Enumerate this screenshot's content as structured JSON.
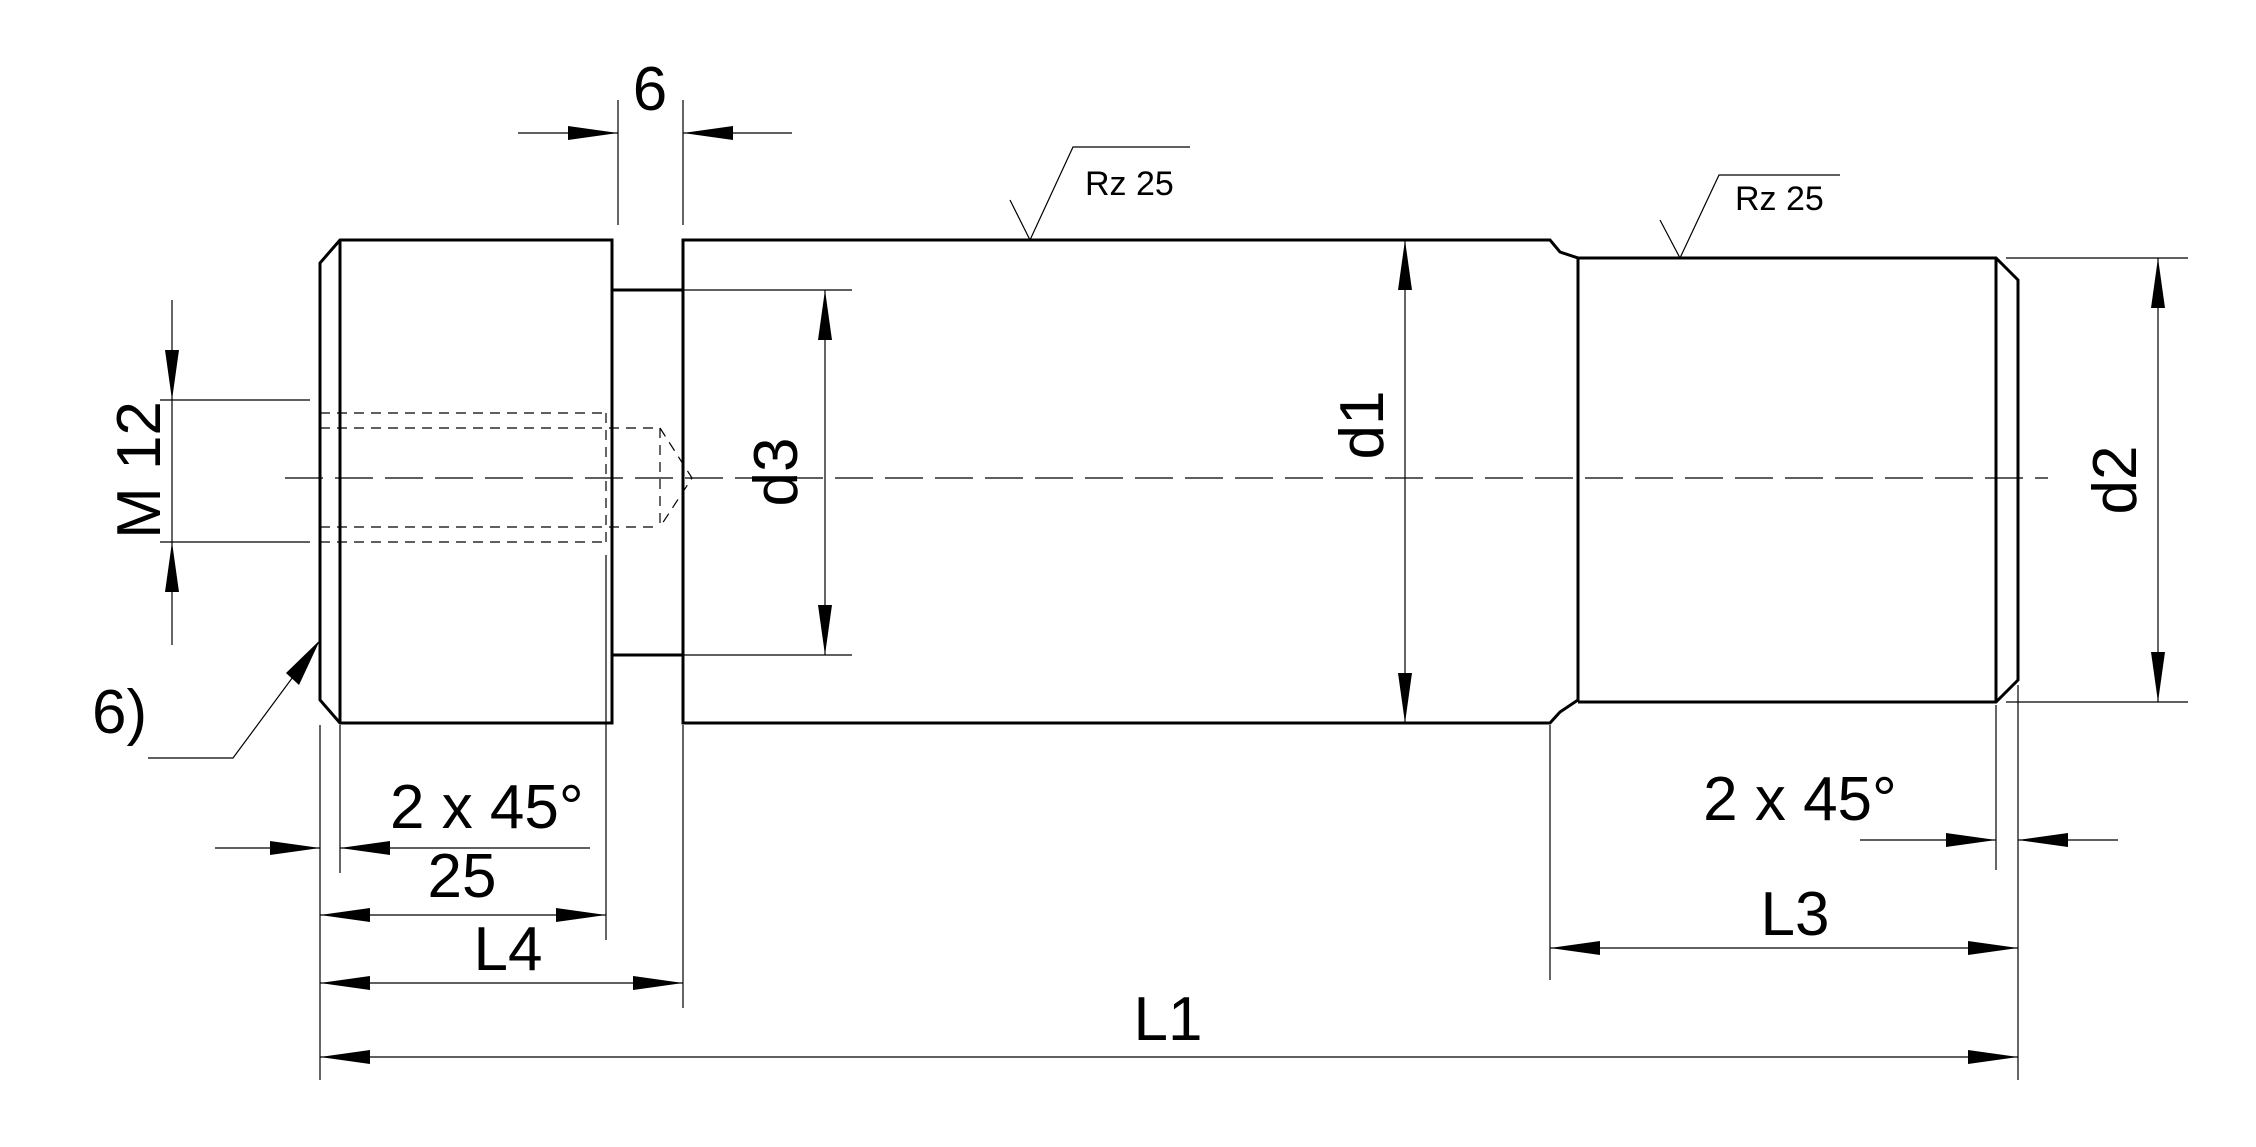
{
  "drawing": {
    "labels": {
      "groove_width": "6",
      "thread": "M 12",
      "note_ref": "6)",
      "chamfer_left": "2 x 45°",
      "thread_depth": "25",
      "l4": "L4",
      "l1": "L1",
      "l3": "L3",
      "chamfer_right": "2 x 45°",
      "d1": "d1",
      "d2": "d2",
      "d3": "d3",
      "roughness_body": "Rz 25",
      "roughness_pin": "Rz 25"
    }
  }
}
